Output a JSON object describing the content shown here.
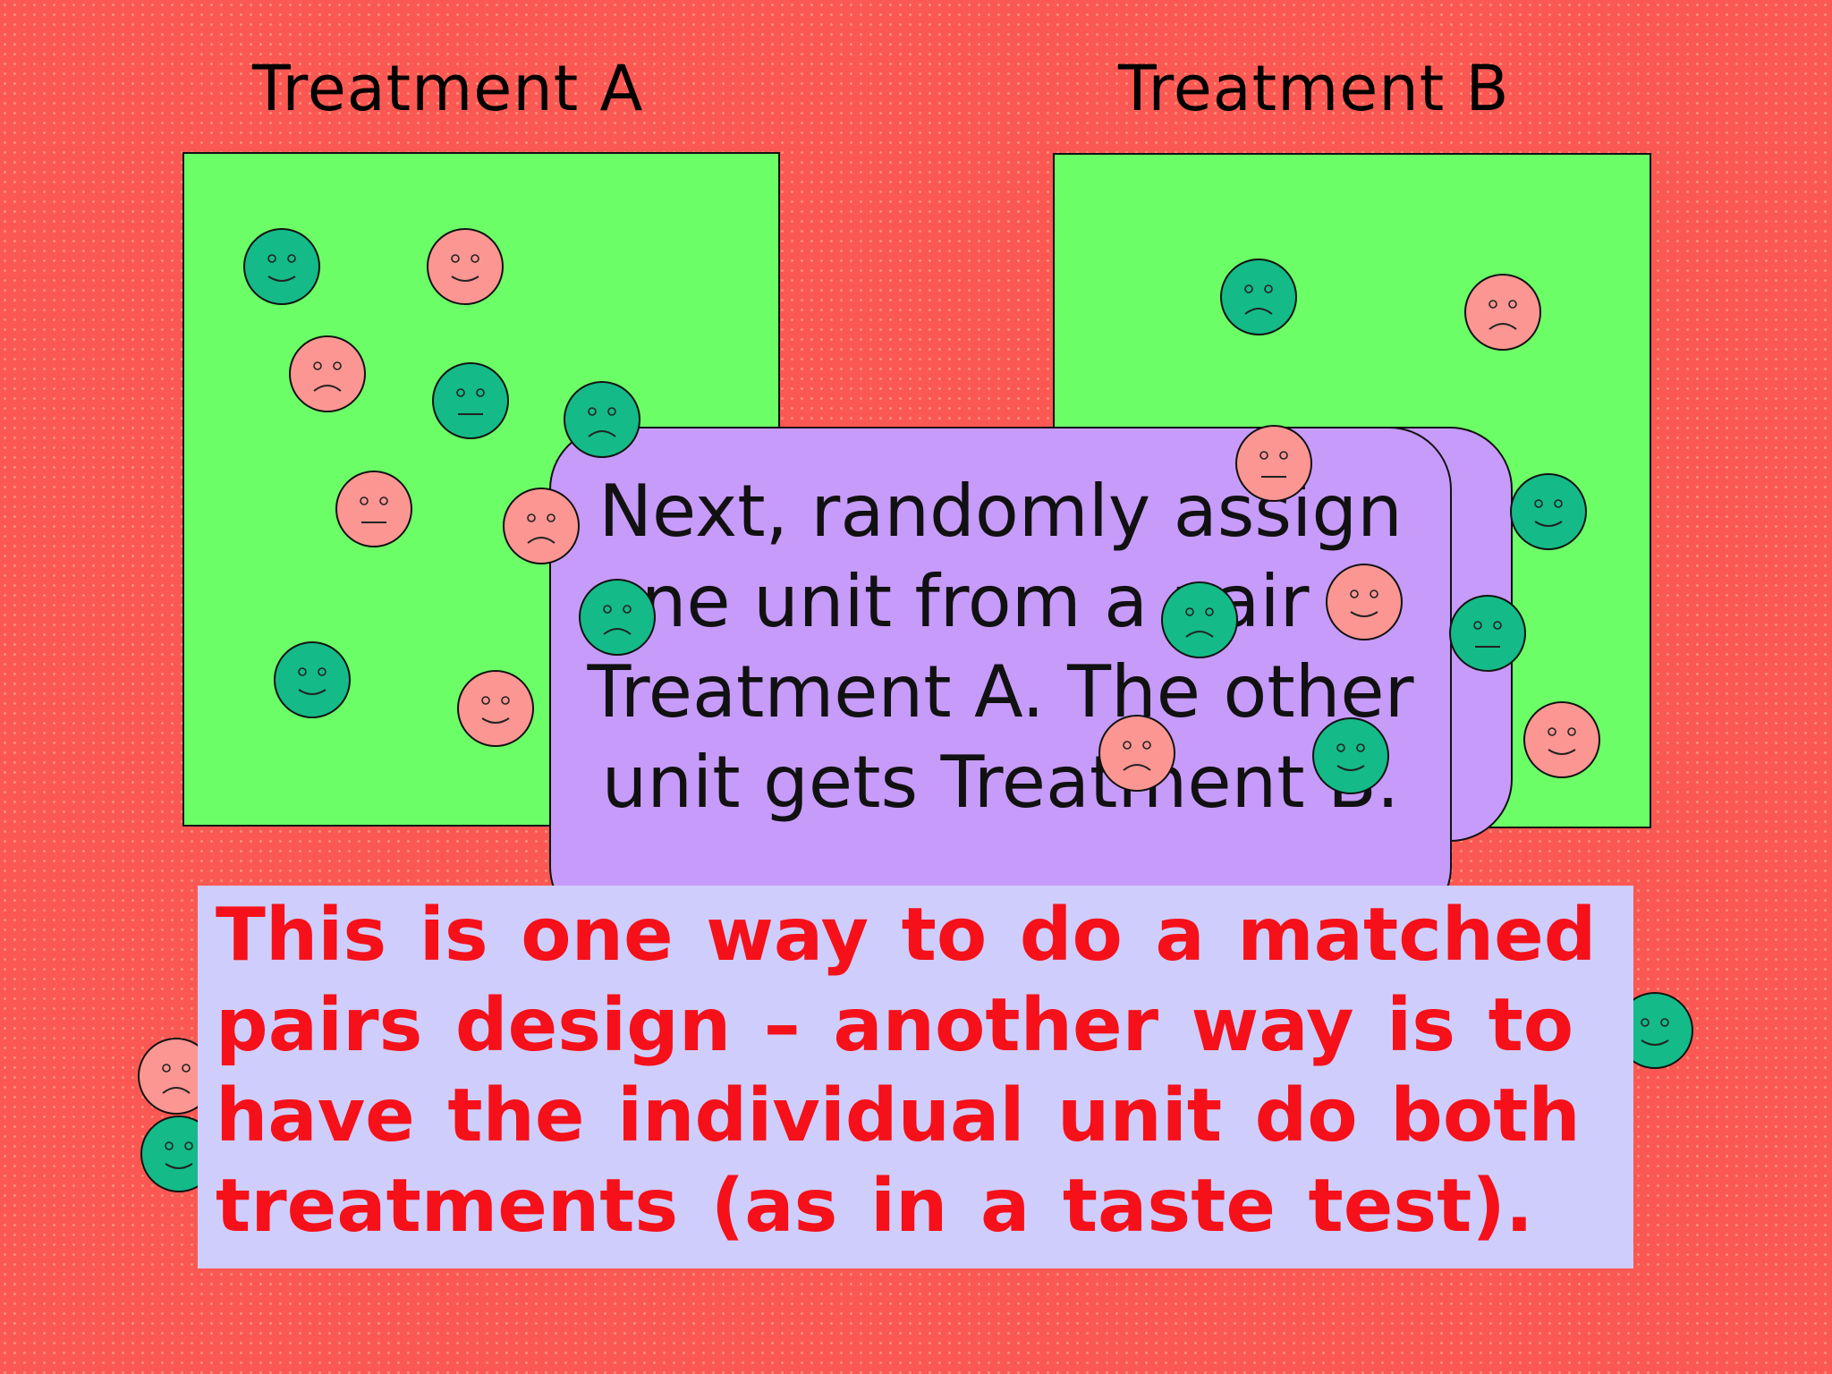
{
  "slide": {
    "heading_a": "Treatment A",
    "heading_b": "Treatment B",
    "callout": "Next, randomly assign one unit from a pair to Treatment A.  The other unit gets Treatment B.",
    "note": "This is one way to do a matched pairs design – another way is to have the individual unit do both treatments (as in a taste test)."
  },
  "colors": {
    "background": "#fb5853",
    "treatment_box": "#6cfe67",
    "callout_scroll": "#c79bfa",
    "note_box": "#cfcdfb",
    "note_text": "#f5101a",
    "face_teal": "#14ba87",
    "face_pink": "#fc9692"
  },
  "icons": {
    "smiley": "smiley-face-icon",
    "neutral": "neutral-face-icon",
    "frown": "frowning-face-icon"
  }
}
